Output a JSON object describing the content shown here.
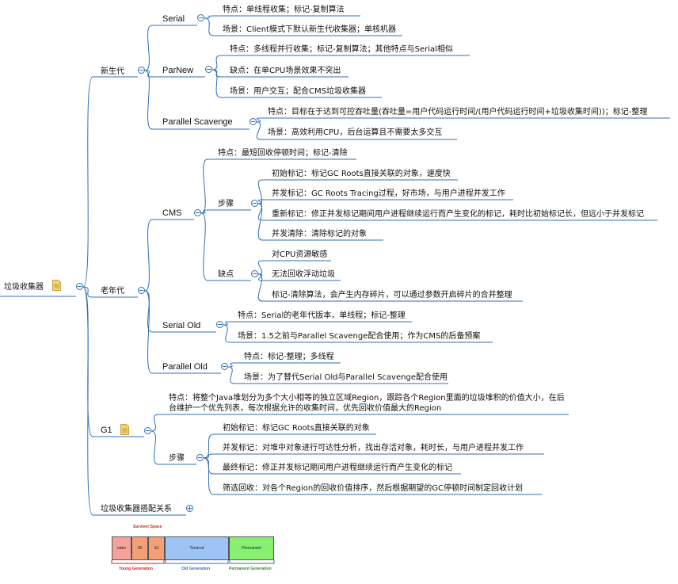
{
  "root": {
    "label": "垃圾收集器"
  },
  "branches": {
    "young": {
      "label": "新生代",
      "serial": {
        "label": "Serial",
        "items": [
          "特点：单线程收集；标记-复制算法",
          "场景：Client模式下默认新生代收集器；单核机器"
        ]
      },
      "parnew": {
        "label": "ParNew",
        "items": [
          "特点：多线程并行收集；标记-复制算法；其他特点与Serial相似",
          "缺点：在单CPU场景效果不突出",
          "场景：用户交互；配合CMS垃圾收集器"
        ]
      },
      "parallel_scavenge": {
        "label": "Parallel Scavenge",
        "items": [
          "特点：目标在于达到可控吞吐量(吞吐量=用户代码运行时间/(用户代码运行时间+垃圾收集时间))；标记-整理",
          "场景：高效利用CPU，后台运算且不需要太多交互"
        ]
      }
    },
    "old": {
      "label": "老年代",
      "cms": {
        "label": "CMS",
        "feature": "特点：最短回收停顿时间；标记-清除",
        "steps": {
          "label": "步骤",
          "items": [
            "初始标记：标记GC Roots直接关联的对象，速度快",
            "并发标记：GC Roots Tracing过程，好市场，与用户进程并发工作",
            "重新标记：修正并发标记期间用户进程继续运行而产生变化的标记，耗时比初始标记长，但远小于并发标记",
            "并发清除：清除标记的对象"
          ]
        },
        "cons": {
          "label": "缺点",
          "items": [
            "对CPU资源敏感",
            "无法回收浮动垃圾",
            "标记-清除算法，会产生内存碎片，可以通过参数开启碎片的合并整理"
          ]
        }
      },
      "serial_old": {
        "label": "Serial Old",
        "items": [
          "特点：Serial的老年代版本，单线程；标记-整理",
          "场景：1.5之前与Parallel Scavenge配合使用；作为CMS的后备预案"
        ]
      },
      "parallel_old": {
        "label": "Parallel Old",
        "items": [
          "特点：标记-整理；多线程",
          "场景：为了替代Serial Old与Parallel Scavenge配合使用"
        ]
      }
    },
    "g1": {
      "label": "G1",
      "feature": "特点：将整个Java堆划分为多个大小相等的独立区域Region，跟踪各个Region里面的垃圾堆积的价值大小，在后台维护一个优先列表，每次根据允许的收集时间，优先回收价值最大的Region",
      "steps": {
        "label": "步骤",
        "items": [
          "初始标记：标记GC Roots直接关联的对象",
          "并发标记：对堆中对象进行可达性分析，找出存活对象，耗时长，与用户进程并发工作",
          "最终标记：修正并发标记期间用户进程继续运行而产生变化的标记",
          "筛选回收：对各个Region的回收价值排序，然后根据期望的GC停顿时间制定回收计划"
        ]
      }
    },
    "pairing": {
      "label": "垃圾收集器搭配关系"
    }
  },
  "generation_image": {
    "survivor_space": "Survivor Space",
    "eden": "eden",
    "s0": "S0",
    "s1": "S1",
    "tenured": "Tenured",
    "permanent": "Permanent",
    "young_generation": "Young Generation",
    "old_generation": "Old Generation",
    "permanent_generation": "Permanent Generation",
    "colors": {
      "eden": "#f6a29a",
      "survivor": "#f4a077",
      "tenured": "#9ec4f5",
      "permanent": "#87f071",
      "young": "#d21f1f",
      "old": "#2f6fcc",
      "perm": "#2f8a2f"
    }
  },
  "styles": {
    "branch_color": "#2f6fb4",
    "note_color": "#f3d27a"
  }
}
